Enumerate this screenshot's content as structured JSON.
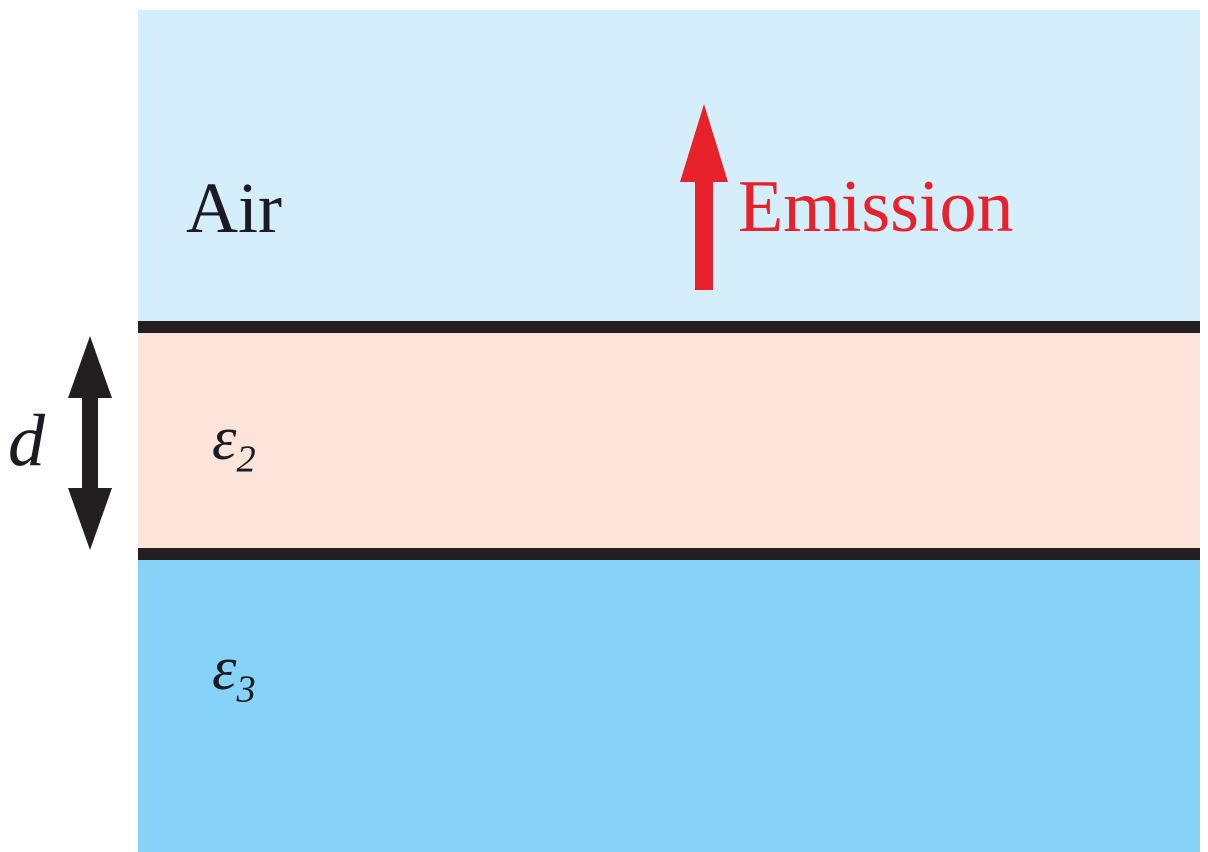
{
  "figure": {
    "type": "layered-media-schematic",
    "description": "Three-layer planar stack: air half-space on top, a film of thickness d with permittivity epsilon-2, and a substrate half-space with permittivity epsilon-3. A red arrow points upward out of the top surface labelled Emission.",
    "background_color": "#ffffff"
  },
  "layers": [
    {
      "id": "air",
      "label": "Air",
      "label_color": "#1b1b23",
      "fill_color": "#d4eefb",
      "role": "upper half-space"
    },
    {
      "id": "eps2",
      "label_symbol": "ε",
      "label_subscript": "2",
      "label_color": "#1b1b23",
      "fill_color": "#fce4da",
      "role": "film of thickness d"
    },
    {
      "id": "eps3",
      "label_symbol": "ε",
      "label_subscript": "3",
      "label_color": "#1b1b23",
      "fill_color": "#87d3f8",
      "role": "lower half-space / substrate"
    }
  ],
  "interfaces": [
    {
      "id": "air-eps2-interface",
      "color": "#231f20"
    },
    {
      "id": "eps2-eps3-interface",
      "color": "#231f20"
    }
  ],
  "annotations": {
    "thickness": {
      "label": "d",
      "label_color": "#1b1b23",
      "arrow_color": "#231f20",
      "arrow_kind": "double-headed-vertical",
      "spans": "eps2 layer"
    },
    "emission": {
      "label": "Emission",
      "label_color": "#e8212b",
      "arrow_color": "#e8212b",
      "arrow_kind": "single-headed-up",
      "direction": "upward out of the stack"
    }
  },
  "colors": {
    "air_fill": "#d4eefb",
    "film_fill": "#fce4da",
    "substrate_fill": "#87d3f8",
    "interface_line": "#231f20",
    "emission_red": "#e8212b",
    "text_dark": "#1b1b23"
  }
}
